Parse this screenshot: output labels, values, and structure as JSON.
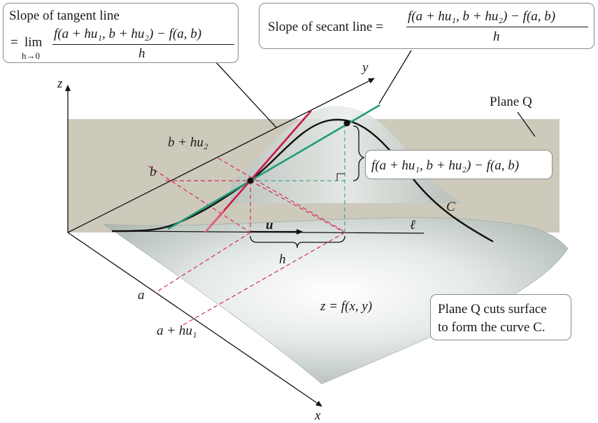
{
  "tangent_box": {
    "title": "Slope of tangent line",
    "eq": "=",
    "lim": "lim",
    "lim_sub": "h→0",
    "numerator": "f(a + hu₁, b + hu₂) − f(a, b)",
    "denominator": "h"
  },
  "secant_box": {
    "label": "Slope of secant line =",
    "numerator": "f(a + hu₁, b + hu₂) − f(a, b)",
    "denominator": "h"
  },
  "labels": {
    "plane_q": "Plane Q",
    "axis_z": "z",
    "axis_y": "y",
    "axis_x": "x",
    "b_plus_hu2": "b + hu₂",
    "b": "b",
    "diff_label": "f(a + hu₁, b + hu₂) − f(a, b)",
    "curve_c": "C",
    "vector_u": "u",
    "line_l": "ℓ",
    "h": "h",
    "a": "a",
    "a_plus_hu1": "a + hu₁",
    "surface_eq": "z = f(x, y)"
  },
  "plane_note": {
    "line1": "Plane Q cuts surface",
    "line2": "to form the curve C."
  },
  "colors": {
    "plane": "#c9c6b6",
    "surface": "#c4ccc8",
    "tangent": "#cc1745",
    "secant": "#1f9c7a",
    "dashed_red": "#d62a55",
    "dashed_green": "#3fa887",
    "curve": "#111111"
  }
}
